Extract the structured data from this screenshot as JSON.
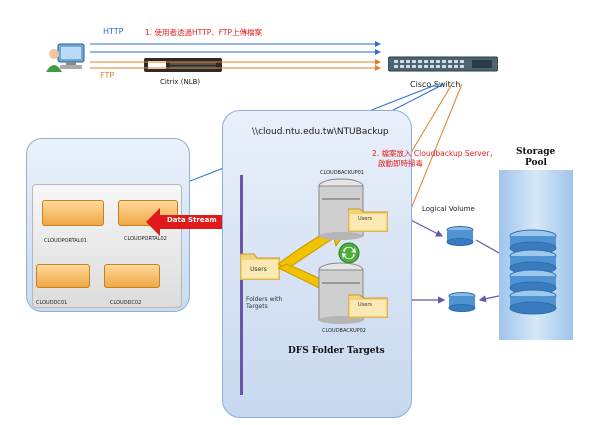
{
  "top": {
    "http_label": "HTTP",
    "ftp_label": "FTP",
    "step1_text": "1. 使用者透過HTTP、FTP上傳檔案",
    "nlb_label": "Citrix (NLB)",
    "switch_label": "Cisco Switch"
  },
  "center": {
    "unc_path": "\\\\cloud.ntu.edu.tw\\NTUBackup",
    "step2_line1": "2. 檔案放入 Cloudbackup Server，",
    "step2_line2": "啟動即時掃毒",
    "backup1_label": "CLOUDBACKUP01",
    "backup2_label": "CLOUDBACKUP02",
    "users_folder_main": "Users",
    "users_folder_b1": "Users",
    "users_folder_b2": "Users",
    "folders_targets": "Folders with\nTargets",
    "dfs_title": "DFS Folder Targets"
  },
  "left": {
    "data_stream": "Data Stream",
    "node1": "CLOUDPORTAL01",
    "node2": "CLOUDPORTAL02",
    "node3": "CLOUDDC01",
    "node4": "CLOUDDC02"
  },
  "right": {
    "logical_volume": "Logical Volume",
    "storage_title_line1": "Storage",
    "storage_title_line2": "Pool"
  },
  "colors": {
    "http": "#2b6fd1",
    "ftp": "#e0802a",
    "red": "#e02020",
    "purple": "#6a55a8",
    "yellow_arrow": "#f2c200"
  }
}
